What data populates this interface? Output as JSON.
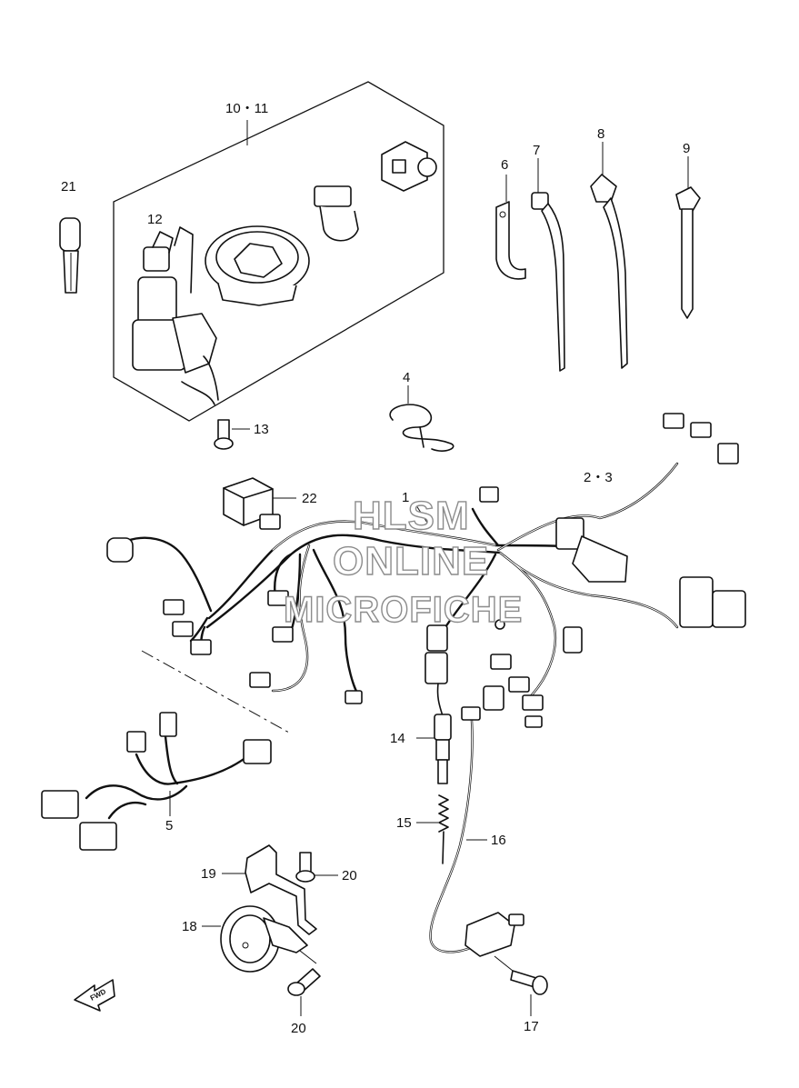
{
  "watermark": {
    "line1": "HLSM",
    "line2": "ONLINE",
    "line3": "MICROFICHE"
  },
  "fwd_label": "FWD",
  "callouts": {
    "c1": "1",
    "c2_3": "2・3",
    "c4": "4",
    "c5": "5",
    "c6": "6",
    "c7": "7",
    "c8": "8",
    "c9": "9",
    "c10_11": "10・11",
    "c12": "12",
    "c13": "13",
    "c14": "14",
    "c15": "15",
    "c16": "16",
    "c17": "17",
    "c18": "18",
    "c19": "19",
    "c20a": "20",
    "c20b": "20",
    "c21": "21",
    "c22": "22"
  }
}
